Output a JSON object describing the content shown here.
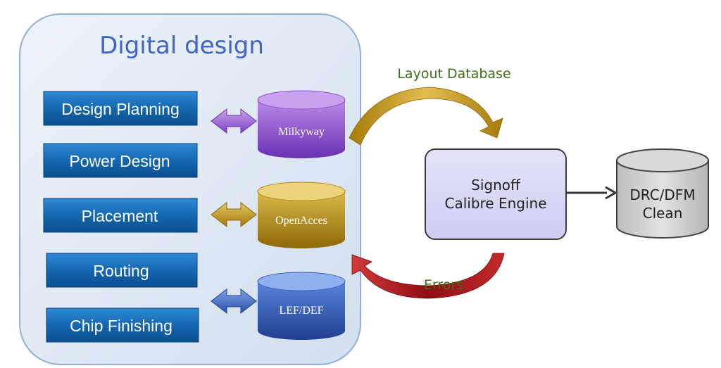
{
  "panel": {
    "title": "Digital design"
  },
  "steps": [
    {
      "label": "Design Planning"
    },
    {
      "label": "Power Design"
    },
    {
      "label": "Placement"
    },
    {
      "label": "Routing"
    },
    {
      "label": "Chip Finishing"
    }
  ],
  "databases": [
    {
      "label": "Milkyway",
      "color": "#9a5cd6"
    },
    {
      "label": "OpenAcces",
      "color": "#c8a125"
    },
    {
      "label": "LEF/DEF",
      "color": "#3a64c8"
    }
  ],
  "flows": {
    "to_engine": "Layout Database",
    "from_engine": "Errors"
  },
  "engine": {
    "line1": "Signoff",
    "line2": "Calibre Engine"
  },
  "result": {
    "line1": "DRC/DFM",
    "line2": "Clean"
  },
  "colors": {
    "panel_fill": "#dde7f4",
    "step_fill": "#1b6fb7",
    "layout_arrow": "#c99a14",
    "errors_arrow": "#a8121a",
    "engine_fill": "#d9d8f5",
    "result_fill": "#d6d6d6"
  }
}
